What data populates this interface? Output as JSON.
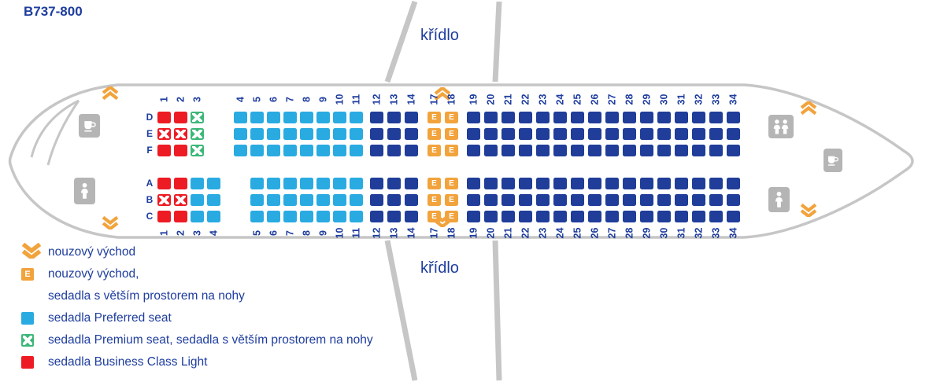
{
  "title": "B737-800",
  "wing_label_top": "křídlo",
  "wing_label_bottom": "křídlo",
  "colors": {
    "text_blue": "#1e3d9e",
    "seat_business": "#ed1c24",
    "seat_premium": "#3cb878",
    "seat_preferred": "#29abe2",
    "seat_standard": "#1f3d99",
    "seat_exit": "#f2a33c",
    "exit_gold": "#f2a33c",
    "fuselage_gray": "#c6c6c6",
    "facility_gray": "#b5b5b5"
  },
  "seat_types": {
    "B": {
      "color": "#ed1c24",
      "x": false,
      "label": "",
      "kind": "business-class-light"
    },
    "BX": {
      "color": "#ed1c24",
      "x": true,
      "label": "",
      "kind": "business-class-light-blocked-middle"
    },
    "GX": {
      "color": "#3cb878",
      "x": true,
      "label": "",
      "kind": "premium-seat-extra-legroom"
    },
    "P": {
      "color": "#29abe2",
      "x": false,
      "label": "",
      "kind": "preferred-seat"
    },
    "S": {
      "color": "#1f3d99",
      "x": false,
      "label": "",
      "kind": "standard-seat"
    },
    "E": {
      "color": "#f2a33c",
      "x": false,
      "label": "E",
      "kind": "emergency-exit-extra-legroom"
    }
  },
  "banks": {
    "top": {
      "letters": [
        "D",
        "E",
        "F"
      ],
      "sections": [
        {
          "from": 1,
          "to": 2,
          "types": [
            "B",
            "BX",
            "B"
          ]
        },
        {
          "from": 3,
          "to": 3,
          "types": [
            "GX",
            "GX",
            "GX"
          ]
        },
        {
          "from": 4,
          "to": 11,
          "types": [
            "P",
            "P",
            "P"
          ]
        },
        {
          "from": 12,
          "to": 14,
          "types": [
            "S",
            "S",
            "S"
          ]
        },
        {
          "from": 17,
          "to": 18,
          "types": [
            "E",
            "E",
            "E"
          ]
        },
        {
          "from": 19,
          "to": 34,
          "types": [
            "S",
            "S",
            "S"
          ]
        }
      ]
    },
    "bottom": {
      "letters": [
        "A",
        "B",
        "C"
      ],
      "sections": [
        {
          "from": 1,
          "to": 2,
          "types": [
            "B",
            "BX",
            "B"
          ]
        },
        {
          "from": 3,
          "to": 4,
          "types": [
            "P",
            "P",
            "P"
          ]
        },
        {
          "from": 5,
          "to": 11,
          "types": [
            "P",
            "P",
            "P"
          ]
        },
        {
          "from": 12,
          "to": 14,
          "types": [
            "S",
            "S",
            "S"
          ]
        },
        {
          "from": 17,
          "to": 18,
          "types": [
            "E",
            "E",
            "E"
          ]
        },
        {
          "from": 19,
          "to": 34,
          "types": [
            "S",
            "S",
            "S"
          ]
        }
      ]
    }
  },
  "legend": {
    "items": [
      {
        "icon": "exit-chevron",
        "lines": [
          "nouzový východ"
        ]
      },
      {
        "icon": "exit-seat",
        "icon_label": "E",
        "lines": [
          "nouzový východ,",
          "sedadla s větším prostorem na nohy"
        ]
      },
      {
        "icon": "preferred-seat",
        "lines": [
          "sedadla Preferred seat"
        ]
      },
      {
        "icon": "premium-seat",
        "lines": [
          "sedadla Premium seat, sedadla s větším prostorem na nohy"
        ]
      },
      {
        "icon": "business-seat",
        "lines": [
          "sedadla Business Class Light"
        ]
      }
    ]
  },
  "icons": {
    "lavatory": "person",
    "wc": "two-person",
    "galley": "cup",
    "exit": "double-chevron"
  }
}
